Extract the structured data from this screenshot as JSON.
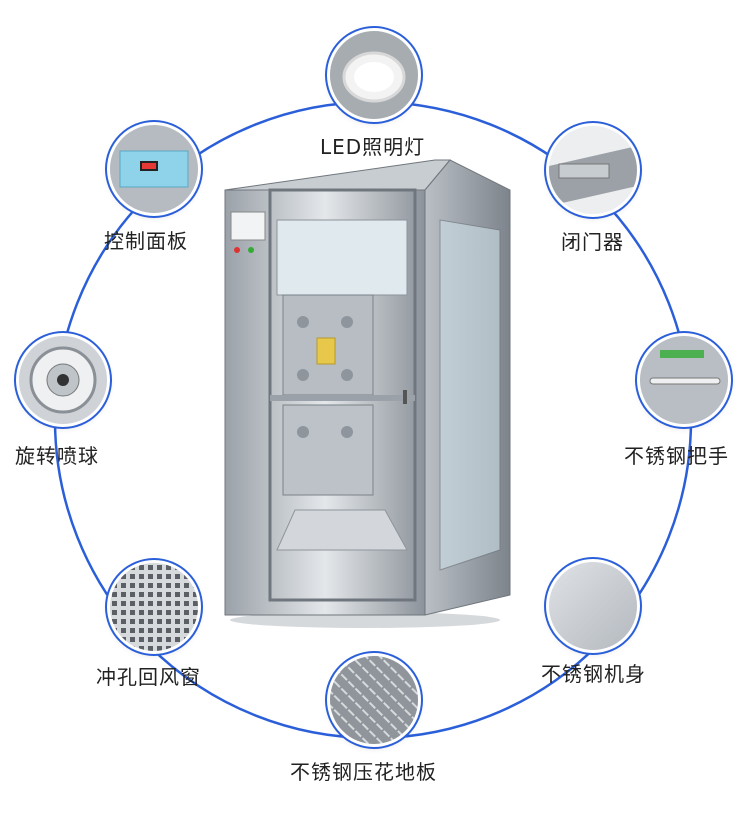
{
  "ring_color": "#2b5fd9",
  "features": [
    {
      "id": "led",
      "label": "LED照明灯",
      "icon": "led-light-icon"
    },
    {
      "id": "door-closer",
      "label": "闭门器",
      "icon": "door-closer-icon"
    },
    {
      "id": "handle",
      "label": "不锈钢把手",
      "icon": "handle-icon"
    },
    {
      "id": "body",
      "label": "不锈钢机身",
      "icon": "steel-body-icon"
    },
    {
      "id": "floor",
      "label": "不锈钢压花地板",
      "icon": "embossed-floor-icon"
    },
    {
      "id": "vent",
      "label": "冲孔回风窗",
      "icon": "perforated-vent-icon"
    },
    {
      "id": "nozzle",
      "label": "旋转喷球",
      "icon": "rotating-nozzle-icon"
    },
    {
      "id": "panel",
      "label": "控制面板",
      "icon": "control-panel-icon"
    }
  ]
}
